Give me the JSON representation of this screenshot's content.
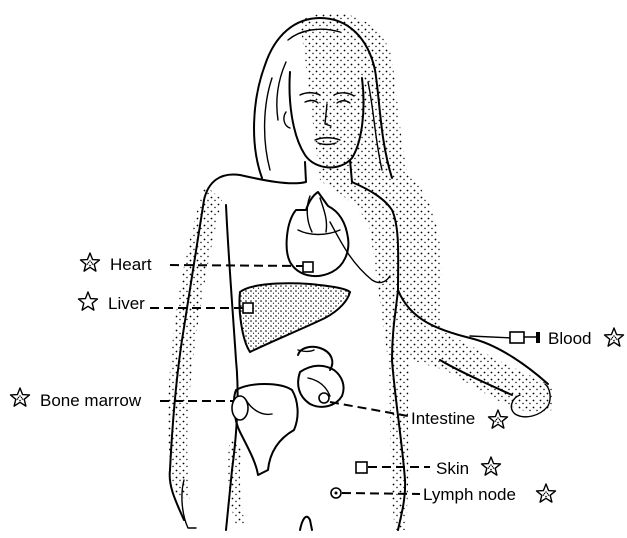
{
  "labels": {
    "heart": "Heart",
    "liver": "Liver",
    "bone_marrow": "Bone marrow",
    "blood": "Blood",
    "intestine": "Intestine",
    "skin": "Skin",
    "lymph_node": "Lymph node"
  },
  "icons": {
    "heart": "dotted-star-icon",
    "liver": "open-star-icon",
    "bone_marrow": "dotted-star-icon",
    "blood": "dotted-star-icon",
    "intestine": "dotted-star-icon",
    "skin": "dotted-star-icon",
    "lymph_node": "dotted-star-icon"
  },
  "colors": {
    "ink": "#000000",
    "paper": "#ffffff"
  }
}
